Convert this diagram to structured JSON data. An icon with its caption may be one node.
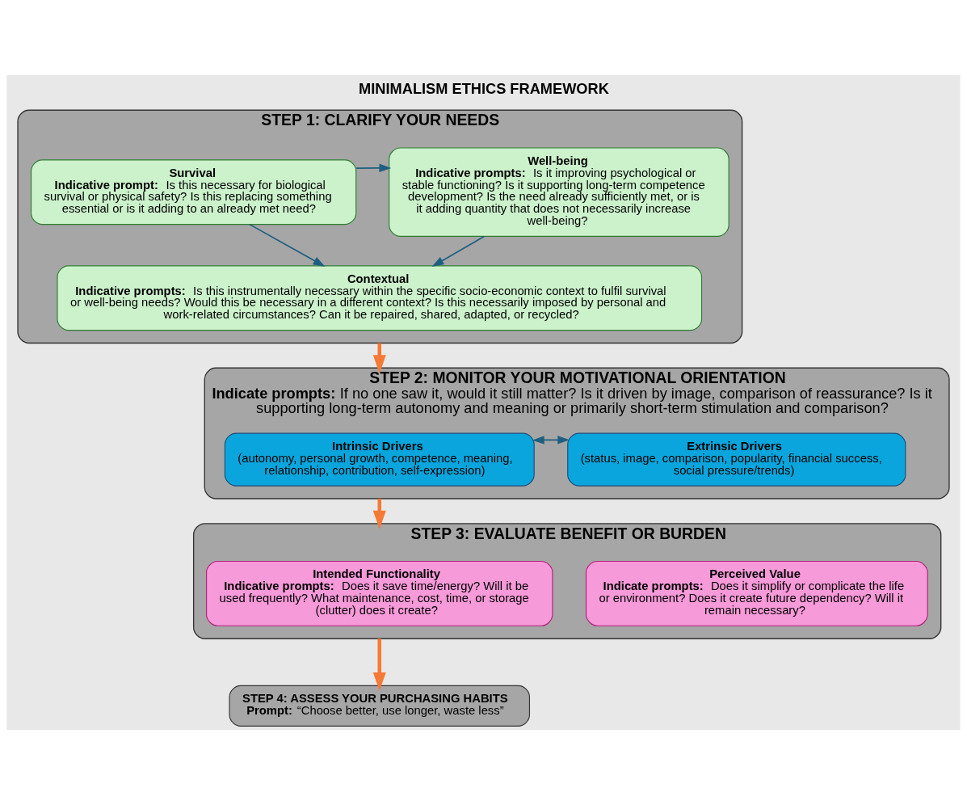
{
  "diagram": {
    "title": "MINIMALISM ETHICS FRAMEWORK",
    "nodes": [
      {
        "text": [
          "STEP 1: CLARIFY YOUR NEEDS"
        ]
      },
      {
        "text": [
          "Survival",
          "**Indicative prompt:** Is this necessary for biological survival or physical safety? Is this replacing something essential or is it adding to an already met need?"
        ],
        "in": 0
      },
      {
        "text": [
          "Well-being",
          "**Indicative prompts:** Is it improving psychological or stable functioning? Is it supporting long-term competence development? Is the need already sufficiently met, or is it adding quantity that does not necessarily increase well-being?"
        ],
        "in": 0
      },
      {
        "text": [
          "Contextual",
          "**Indicative prompts:** Is this instrumentally necessary within the specific socio-economic context to fulfil survival or well-being needs? Would this be necessary in a different context? Is this necessarily imposed by personal and work-related circumstances? Can it be repaired, shared, adapted, or recycled?"
        ],
        "in": 0
      },
      {
        "text": [
          "STEP 2: MONITOR YOUR MOTIVATIONAL ORIENTATION",
          "**Indicate prompts:** If no one saw it, would it still matter? Is it driven by image, comparison of reassurance? Is it supporting long-term autonomy and meaning or primarily short-term stimulation and comparison?"
        ]
      },
      {
        "text": [
          "Intrinsic Drivers",
          "(autonomy, personal growth, competence, meaning, relationship, contribution, self-expression)"
        ],
        "in": 4
      },
      {
        "text": [
          "Extrinsic Drivers",
          "(status, image, comparison, popularity, financial success, social pressure/trends)"
        ],
        "in": 4
      },
      {
        "text": [
          "STEP 3: EVALUATE BENEFIT OR BURDEN"
        ]
      },
      {
        "text": [
          "Intended Functionality",
          "**Indicative prompts:** Does it save time/energy? Will it be used frequently? What maintenance, cost, time, or storage (clutter) does it create?"
        ],
        "in": 7
      },
      {
        "text": [
          "Perceived Value",
          "**Indicate prompts:** Does it simplify or complicate the life or environment? Does it create future dependency? Will it remain necessary?"
        ],
        "in": 7
      },
      {
        "text": [
          "STEP 4: ASSESS YOUR PURCHASING HABITS",
          "**Prompt:** “Choose better, use longer, waste less”"
        ]
      }
    ],
    "edges": [
      {
        "from": 1,
        "to": 2,
        "arrow": "to"
      },
      {
        "from": 1,
        "to": 3,
        "arrow": "to"
      },
      {
        "from": 2,
        "to": 3,
        "arrow": "to"
      },
      {
        "from": 0,
        "to": 4,
        "arrow": "to",
        "style": "thick",
        "color": "#f47a36"
      },
      {
        "from": 5,
        "to": 6,
        "arrow": "both"
      },
      {
        "from": 4,
        "to": 7,
        "arrow": "to",
        "style": "thick",
        "color": "#f47a36"
      },
      {
        "from": 7,
        "to": 10,
        "arrow": "to",
        "style": "thick",
        "color": "#f47a36"
      }
    ]
  }
}
